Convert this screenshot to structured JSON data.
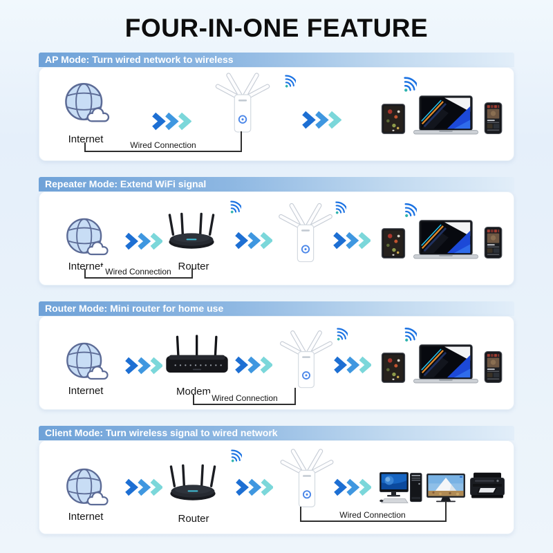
{
  "title": "FOUR-IN-ONE FEATURE",
  "sections": [
    {
      "header": "AP Mode: Turn wired network to wireless"
    },
    {
      "header": "Repeater Mode: Extend WiFi signal"
    },
    {
      "header": "Router Mode: Mini router for home use"
    },
    {
      "header": "Client Mode: Turn wireless signal to wired network"
    }
  ],
  "labels": {
    "internet": "Internet",
    "router": "Router",
    "modem": "Modem",
    "wired_connection": "Wired Connection"
  },
  "icons": {
    "internet": "globe-with-cloud-icon",
    "flow_arrow": "triple-chevron-icon",
    "wireless": "wifi-signal-icon",
    "extender": "wifi-extender-device",
    "router": "black-router-device",
    "modem": "black-modem-device",
    "clients_wireless": [
      "tablet-device",
      "laptop-device",
      "phone-device"
    ],
    "clients_wired": [
      "desktop-pc-device",
      "tv-device",
      "printer-device"
    ]
  },
  "colors": {
    "background": "#e9f2fa",
    "title_text": "#0d0d0d",
    "section_header_gradient_left": "#6fa2d8",
    "section_header_gradient_right": "#e2eef9",
    "section_header_text": "#ffffff",
    "card_background": "#ffffff",
    "chevron_blue": "#1d6fd3",
    "chevron_mid_blue": "#3f97e0",
    "chevron_teal": "#7bd7da",
    "wifi_arc_blue": "#1b72e2",
    "wifi_dot_teal": "#2fb3ae",
    "globe_fill": "#c8ddf5",
    "globe_outline": "#5c6b96",
    "wired_line": "#2e2e2e"
  }
}
